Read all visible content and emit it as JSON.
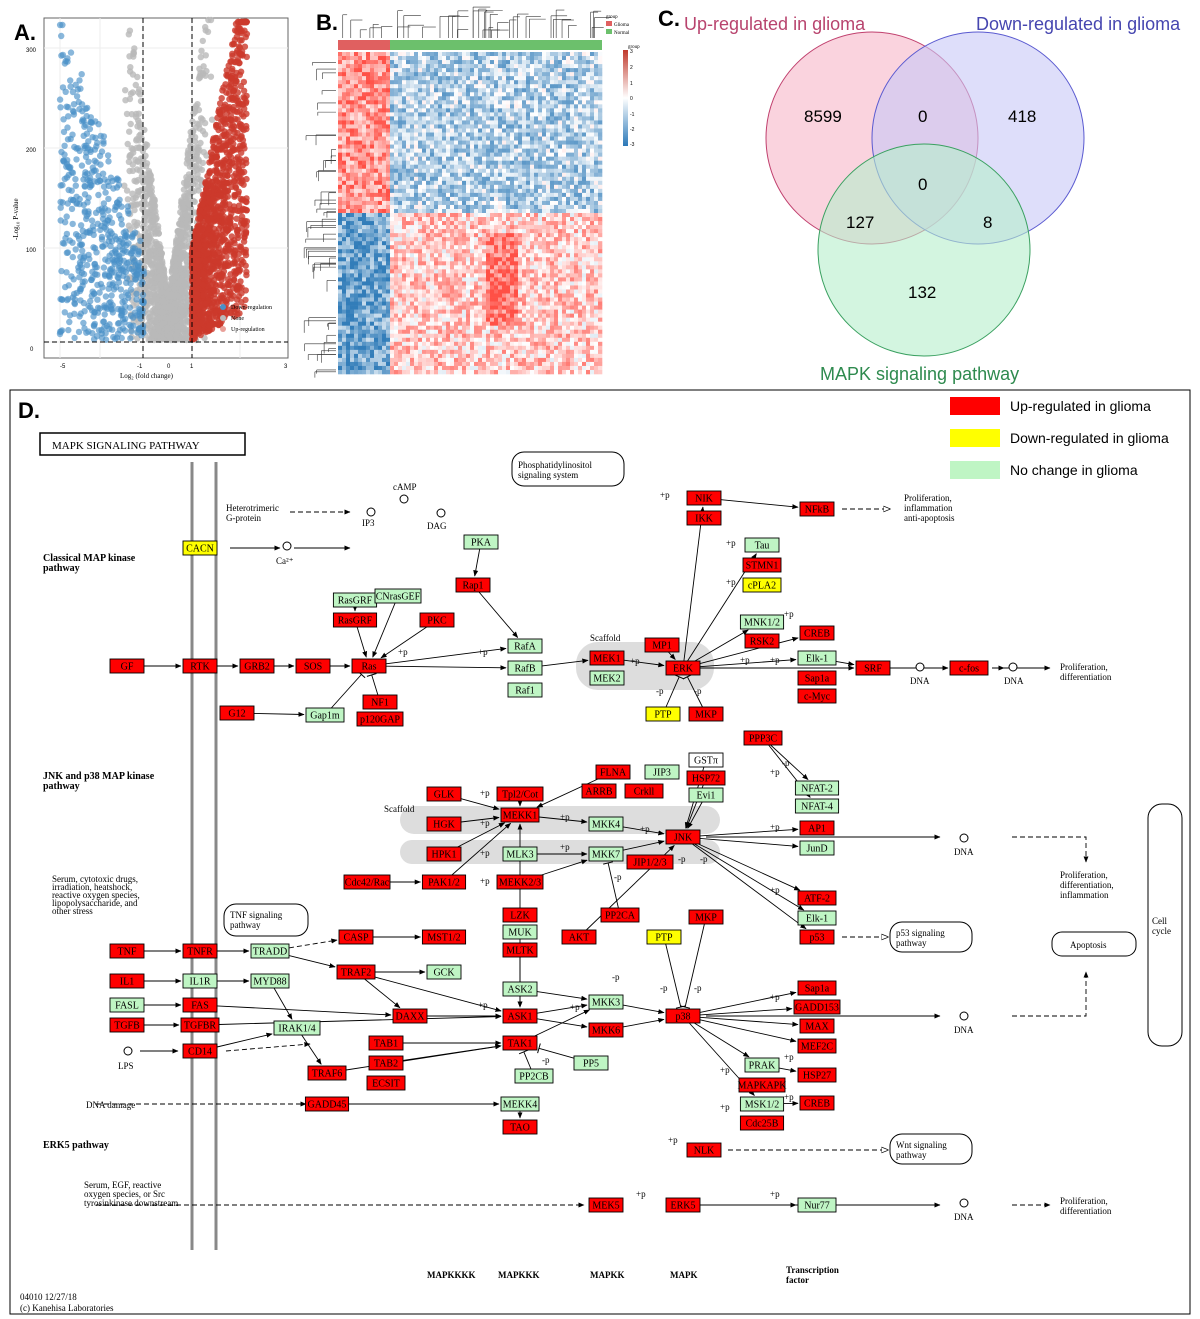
{
  "panels": {
    "a": "A.",
    "b": "B.",
    "c": "C.",
    "d": "D."
  },
  "volcano": {
    "ylabel": "-Log₁₀ P-value",
    "xlabel": "Log₂ (fold change)",
    "xticks": [
      "-5",
      "-1",
      "0",
      "1",
      "3"
    ],
    "yticks": [
      "0",
      "100",
      "200",
      "300"
    ],
    "legend": [
      "Down-regulation",
      "None",
      "Up-regulation"
    ],
    "colors": {
      "down": "#4a90c8",
      "none": "#b9b9b9",
      "up": "#cc3a2c"
    }
  },
  "heatmap": {
    "legend_title": "group",
    "legend_items": [
      "Glioma",
      "Normal"
    ],
    "scale_title": "group",
    "scale_ticks": [
      "3",
      "2",
      "1",
      "0",
      "-1",
      "-2",
      "-3"
    ]
  },
  "venn": {
    "set_up": "Up-regulated in glioma",
    "set_down": "Down-regulated in glioma",
    "set_mapk": "MAPK signaling pathway",
    "counts": {
      "up_only": "8599",
      "up_down": "0",
      "down_only": "418",
      "center": "0",
      "up_mapk": "127",
      "down_mapk": "8",
      "mapk_only": "132"
    },
    "colors": {
      "up": "#f7b6c8",
      "down": "#c8c8f6",
      "mapk": "#b6efcc"
    }
  },
  "kegg": {
    "title": "MAPK SIGNALING PATHWAY",
    "legend": [
      {
        "label": "Up-regulated in glioma",
        "color": "#ff0000"
      },
      {
        "label": "Down-regulated in glioma",
        "color": "#ffff00"
      },
      {
        "label": "No change in glioma",
        "color": "#bff5c4"
      }
    ],
    "section_classical": "Classical MAP kinase pathway",
    "section_jnk": "JNK and p38 MAP kinase pathway",
    "section_erk5": "ERK5 pathway",
    "text_hetero": "Heterotrimeric G-protein",
    "text_camp": "cAMP",
    "text_dag": "DAG",
    "text_ip3": "IP3",
    "text_ca": "Ca²⁺",
    "text_pi": "Phosphatidylinositol signaling system",
    "text_tnf_sig": "TNF signaling pathway",
    "text_p53_sig": "p53 signaling pathway",
    "text_wnt_sig": "Wnt signaling pathway",
    "text_stress": "Serum, cytotoxic drugs, irradiation, heatshock, reactive oxygen species, lipopolysaccharide, and other stress",
    "text_dna_damage": "DNA damage",
    "text_lps": "LPS",
    "text_serum": "Serum, EGF, reactive oxygen species, or Src tyrosinkinase downstream",
    "text_prolif1": "Proliferation, inflammation anti-apoptosis",
    "text_prolif2": "Proliferation, differentiation",
    "text_prolif3": "Proliferation, differentiation, inflammation",
    "text_apoptosis": "Apoptosis",
    "text_cellcycle": "Cell cycle",
    "text_prolif4": "Proliferation, differentiation",
    "text_dna": "DNA",
    "text_scaffold": "Scaffold",
    "col_labels": [
      "MAPKKKK",
      "MAPKKK",
      "MAPKK",
      "MAPK",
      "Transcription factor"
    ],
    "footer1": "04010 12/27/18",
    "footer2": "(c) Kanehisa Laboratories",
    "nodes": [
      {
        "label": "CACN",
        "s": "d"
      },
      {
        "label": "PKA",
        "s": "n"
      },
      {
        "label": "Rap1",
        "s": "u"
      },
      {
        "label": "RasGRF",
        "s": "n"
      },
      {
        "label": "RasGRF",
        "s": "u"
      },
      {
        "label": "CNrasGEF",
        "s": "n"
      },
      {
        "label": "PKC",
        "s": "u"
      },
      {
        "label": "GF",
        "s": "u"
      },
      {
        "label": "RTK",
        "s": "u"
      },
      {
        "label": "GRB2",
        "s": "u"
      },
      {
        "label": "SOS",
        "s": "u"
      },
      {
        "label": "Ras",
        "s": "u"
      },
      {
        "label": "NF1",
        "s": "u"
      },
      {
        "label": "p120GAP",
        "s": "u"
      },
      {
        "label": "G12",
        "s": "u"
      },
      {
        "label": "Gap1m",
        "s": "n"
      },
      {
        "label": "RafA",
        "s": "n"
      },
      {
        "label": "RafB",
        "s": "n"
      },
      {
        "label": "Raf1",
        "s": "n"
      },
      {
        "label": "MEK1",
        "s": "u"
      },
      {
        "label": "MEK2",
        "s": "n"
      },
      {
        "label": "MP1",
        "s": "u"
      },
      {
        "label": "ERK",
        "s": "u"
      },
      {
        "label": "PTP",
        "s": "d"
      },
      {
        "label": "MKP",
        "s": "u"
      },
      {
        "label": "NIK",
        "s": "u"
      },
      {
        "label": "IKK",
        "s": "u"
      },
      {
        "label": "NFkB",
        "s": "u"
      },
      {
        "label": "Tau",
        "s": "n"
      },
      {
        "label": "STMN1",
        "s": "u"
      },
      {
        "label": "cPLA2",
        "s": "d"
      },
      {
        "label": "MNK1/2",
        "s": "n"
      },
      {
        "label": "RSK2",
        "s": "u"
      },
      {
        "label": "CREB",
        "s": "u"
      },
      {
        "label": "Elk-1",
        "s": "n"
      },
      {
        "label": "Sap1a",
        "s": "u"
      },
      {
        "label": "c-Myc",
        "s": "u"
      },
      {
        "label": "SRF",
        "s": "u"
      },
      {
        "label": "c-fos",
        "s": "u"
      },
      {
        "label": "PPP3C",
        "s": "u"
      },
      {
        "label": "NFAT-2",
        "s": "n"
      },
      {
        "label": "NFAT-4",
        "s": "n"
      },
      {
        "label": "AP1",
        "s": "u"
      },
      {
        "label": "JunD",
        "s": "n"
      },
      {
        "label": "GLK",
        "s": "u"
      },
      {
        "label": "HGK",
        "s": "u"
      },
      {
        "label": "HPK1",
        "s": "u"
      },
      {
        "label": "Cdc42/Rac",
        "s": "u"
      },
      {
        "label": "PAK1/2",
        "s": "u"
      },
      {
        "label": "Tpl2/Cot",
        "s": "u"
      },
      {
        "label": "MEKK1",
        "s": "u"
      },
      {
        "label": "MLK3",
        "s": "n"
      },
      {
        "label": "MEKK2/3",
        "s": "u"
      },
      {
        "label": "FLNA",
        "s": "u"
      },
      {
        "label": "JIP3",
        "s": "n"
      },
      {
        "label": "ARRB",
        "s": "u"
      },
      {
        "label": "Crkll",
        "s": "u"
      },
      {
        "label": "GSTπ",
        "s": "w"
      },
      {
        "label": "HSP72",
        "s": "u"
      },
      {
        "label": "Evi1",
        "s": "n"
      },
      {
        "label": "MKK4",
        "s": "n"
      },
      {
        "label": "MKK7",
        "s": "n"
      },
      {
        "label": "JNK",
        "s": "u"
      },
      {
        "label": "JIP1/2/3",
        "s": "u"
      },
      {
        "label": "LZK",
        "s": "u"
      },
      {
        "label": "MUK",
        "s": "n"
      },
      {
        "label": "MLTK",
        "s": "u"
      },
      {
        "label": "AKT",
        "s": "u"
      },
      {
        "label": "PP2CA",
        "s": "u"
      },
      {
        "label": "PTP",
        "s": "d"
      },
      {
        "label": "MKP",
        "s": "u"
      },
      {
        "label": "ATF-2",
        "s": "u"
      },
      {
        "label": "Elk-1",
        "s": "n"
      },
      {
        "label": "p53",
        "s": "u"
      },
      {
        "label": "TNF",
        "s": "u"
      },
      {
        "label": "TNFR",
        "s": "u"
      },
      {
        "label": "TRADD",
        "s": "n"
      },
      {
        "label": "CASP",
        "s": "u"
      },
      {
        "label": "MST1/2",
        "s": "u"
      },
      {
        "label": "IL1",
        "s": "u"
      },
      {
        "label": "IL1R",
        "s": "n"
      },
      {
        "label": "MYD88",
        "s": "n"
      },
      {
        "label": "TRAF2",
        "s": "u"
      },
      {
        "label": "GCK",
        "s": "n"
      },
      {
        "label": "FASL",
        "s": "n"
      },
      {
        "label": "FAS",
        "s": "u"
      },
      {
        "label": "TGFB",
        "s": "u"
      },
      {
        "label": "TGFBR",
        "s": "u"
      },
      {
        "label": "CD14",
        "s": "u"
      },
      {
        "label": "IRAK1/4",
        "s": "n"
      },
      {
        "label": "DAXX",
        "s": "u"
      },
      {
        "label": "ASK2",
        "s": "n"
      },
      {
        "label": "ASK1",
        "s": "u"
      },
      {
        "label": "MKK3",
        "s": "n"
      },
      {
        "label": "MKK6",
        "s": "u"
      },
      {
        "label": "p38",
        "s": "u"
      },
      {
        "label": "Sap1a",
        "s": "u"
      },
      {
        "label": "GADD153",
        "s": "u"
      },
      {
        "label": "MAX",
        "s": "u"
      },
      {
        "label": "MEF2C",
        "s": "u"
      },
      {
        "label": "TAB1",
        "s": "u"
      },
      {
        "label": "TAB2",
        "s": "u"
      },
      {
        "label": "TAK1",
        "s": "u"
      },
      {
        "label": "PP2CB",
        "s": "n"
      },
      {
        "label": "PP5",
        "s": "n"
      },
      {
        "label": "TRAF6",
        "s": "u"
      },
      {
        "label": "ECSIT",
        "s": "u"
      },
      {
        "label": "PRAK",
        "s": "n"
      },
      {
        "label": "MAPKAPK",
        "s": "u"
      },
      {
        "label": "HSP27",
        "s": "u"
      },
      {
        "label": "MSK1/2",
        "s": "n"
      },
      {
        "label": "CREB",
        "s": "u"
      },
      {
        "label": "Cdc25B",
        "s": "u"
      },
      {
        "label": "GADD45",
        "s": "u"
      },
      {
        "label": "MEKK4",
        "s": "n"
      },
      {
        "label": "TAO",
        "s": "u"
      },
      {
        "label": "NLK",
        "s": "u"
      },
      {
        "label": "MEK5",
        "s": "u"
      },
      {
        "label": "ERK5",
        "s": "u"
      },
      {
        "label": "Nur77",
        "s": "n"
      }
    ]
  }
}
